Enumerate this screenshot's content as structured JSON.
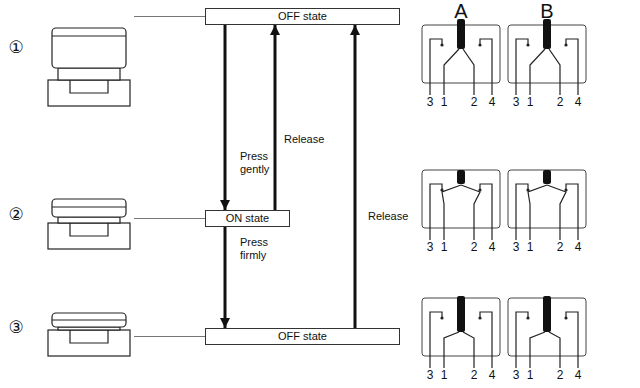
{
  "diagram": {
    "nodes": [
      {
        "text": [
          "OFF state"
        ]
      },
      {
        "text": [
          "ON state"
        ]
      },
      {
        "text": [
          "OFF state"
        ]
      }
    ],
    "edges": [
      {
        "from": 0,
        "to": 1,
        "arrow": "to",
        "label": "Press gently"
      },
      {
        "from": 1,
        "to": 0,
        "arrow": "to",
        "label": "Release"
      },
      {
        "from": 1,
        "to": 2,
        "arrow": "to",
        "label": "Press firmly"
      },
      {
        "from": 2,
        "to": 0,
        "arrow": "to",
        "label": "Release"
      }
    ],
    "labels": [
      "①",
      "②",
      "③",
      "A",
      "B",
      "3",
      "1",
      "2",
      "4",
      "3",
      "1",
      "2",
      "4",
      "3",
      "1",
      "2",
      "4",
      "3",
      "1",
      "2",
      "4",
      "3",
      "1",
      "2",
      "4",
      "3",
      "1",
      "2",
      "4"
    ]
  }
}
